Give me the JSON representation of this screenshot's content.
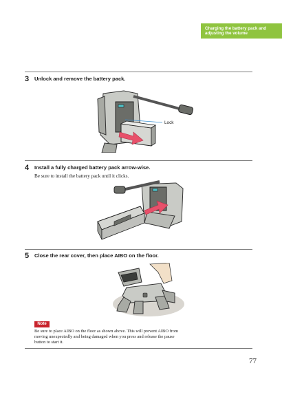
{
  "header": {
    "tab_line1": "Charging the battery pack and",
    "tab_line2": "adjusting the volume"
  },
  "steps": [
    {
      "number": "3",
      "title": "Unlock and remove the battery pack.",
      "text": "",
      "callout": "Lock"
    },
    {
      "number": "4",
      "title": "Install a fully charged battery pack arrow-wise.",
      "text": "Be sure to install the battery pack until it clicks."
    },
    {
      "number": "5",
      "title": "Close the rear cover, then place AIBO on the floor.",
      "text": ""
    }
  ],
  "note": {
    "label": "Note",
    "line1": "Be sure to place AIBO on the floor as shown above. This will prevent AIBO from",
    "line2": "moving unexpectedly and being damaged when you press and release the pause",
    "line3": "button to start it."
  },
  "page_number": "77",
  "colors": {
    "header_tab": "#8fc43f",
    "note_badge": "#c8232c",
    "arrow": "#e8506a",
    "callout_line": "#3a8fd1"
  }
}
